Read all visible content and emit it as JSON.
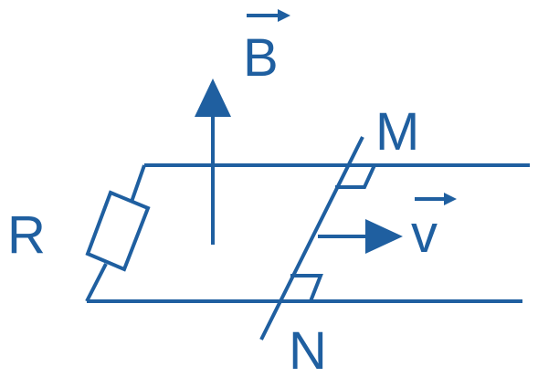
{
  "labels": {
    "field": "B",
    "resistor": "R",
    "top_end": "M",
    "bottom_end": "N",
    "velocity": "v"
  },
  "colors": {
    "stroke": "#1f5fa0",
    "background": "#ffffff"
  }
}
